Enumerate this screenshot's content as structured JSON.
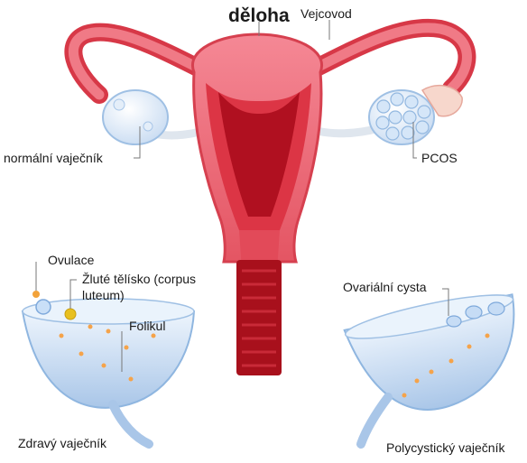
{
  "labels": {
    "uterus": "děloha",
    "fallopian_tube": "Vejcovod",
    "normal_ovary": "normální vaječník",
    "pcos": "PCOS",
    "ovulation": "Ovulace",
    "corpus_luteum": "Žluté tělísko (corpus luteum)",
    "follicle": "Folikul",
    "ovarian_cyst": "Ovariální cysta",
    "healthy_ovary": "Zdravý vaječník",
    "polycystic_ovary": "Polycystický vaječník"
  },
  "colors": {
    "uterus_outer": "#f26b78",
    "uterus_mid": "#e0404f",
    "uterus_inner": "#b3121f",
    "cervix": "#9e0e1a",
    "ovary_fill": "#dbe9fa",
    "ovary_stroke": "#8fb6e0",
    "fimbriae": "#f6d2c8",
    "leader_line": "#777777",
    "follicle_dot": "#f5a34a",
    "ovulation_dot": "#f2a23a",
    "corpus_luteum": "#e8c020"
  }
}
